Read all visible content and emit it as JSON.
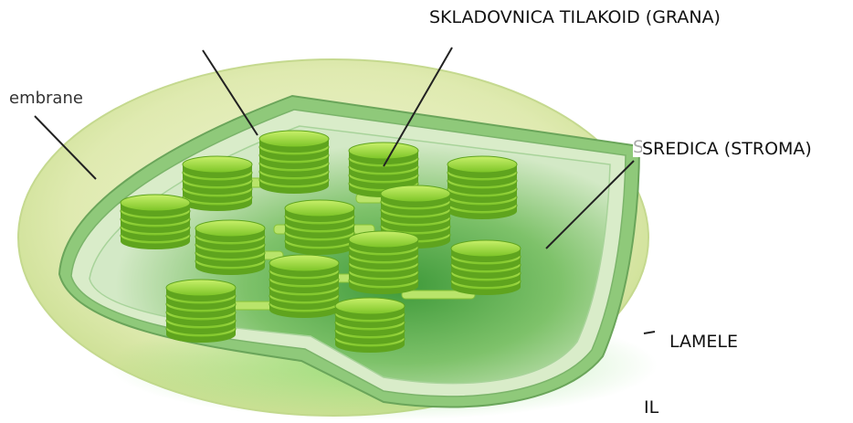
{
  "labels": {
    "grana": "SKLADOVNICA TILAKOID (GRANA)",
    "stroma": "SREDICA (STROMA)",
    "membrane_fragment": "embrane",
    "lamele": "LAMELE",
    "il": "IL"
  },
  "colors": {
    "outer_membrane": "#dbe9a8",
    "inner_membrane": "#a9d08e",
    "stroma": "#58b04e",
    "thylakoid": "#9ddc3a",
    "thylakoid_edge": "#5fa41e",
    "leader_line": "#222222"
  },
  "grana": [
    {
      "id": "g1",
      "discs": 6
    },
    {
      "id": "g2",
      "discs": 5
    },
    {
      "id": "g3",
      "discs": 5
    },
    {
      "id": "g4",
      "discs": 5
    },
    {
      "id": "g5",
      "discs": 6
    },
    {
      "id": "g6",
      "discs": 6
    },
    {
      "id": "g7",
      "discs": 5
    },
    {
      "id": "g8",
      "discs": 5
    },
    {
      "id": "g9",
      "discs": 6
    },
    {
      "id": "g10",
      "discs": 5
    },
    {
      "id": "g11",
      "discs": 6
    },
    {
      "id": "g12",
      "discs": 6
    },
    {
      "id": "g13",
      "discs": 5
    }
  ]
}
